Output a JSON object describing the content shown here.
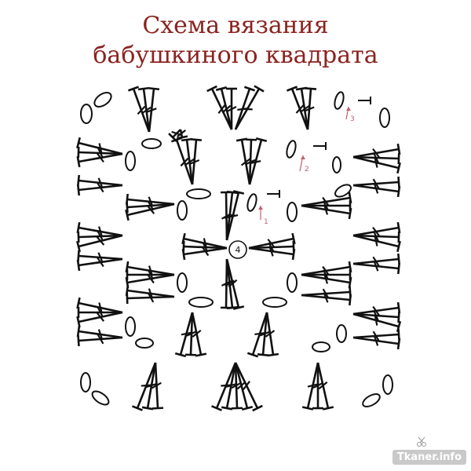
{
  "title": {
    "line1": "Схема вязания",
    "line2": "бабушкиного квадрата"
  },
  "diagram": {
    "center_label": "4",
    "round_labels": [
      "1",
      "2",
      "3"
    ],
    "colors": {
      "ink": "#111111",
      "accent": "#c06070",
      "title": "#8b2320"
    }
  },
  "watermark": {
    "text": "Tkaner.info"
  }
}
